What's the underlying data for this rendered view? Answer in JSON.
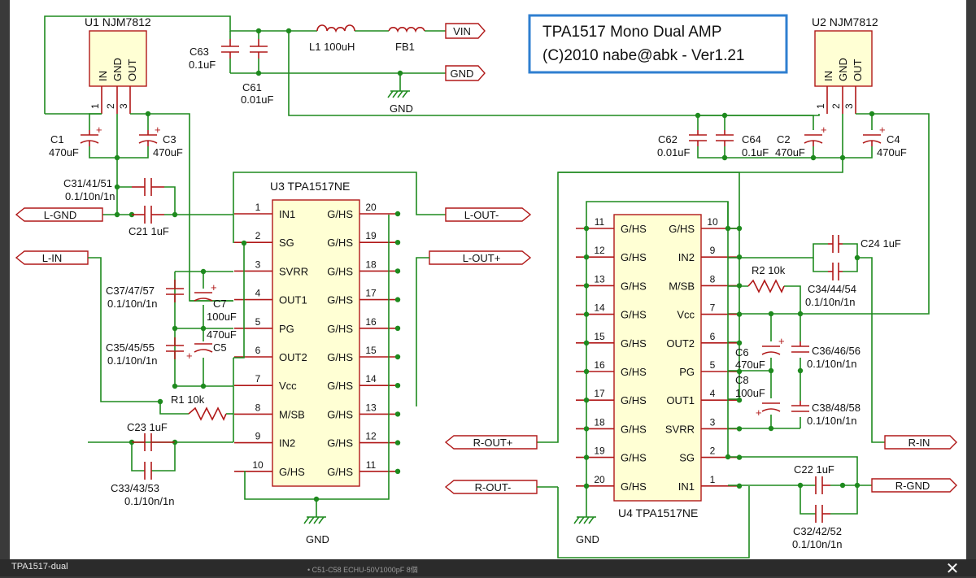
{
  "title_box": {
    "line1": "TPA1517 Mono Dual AMP",
    "line2": "(C)2010 nabe@abk - Ver1.21"
  },
  "caption": "TPA1517-dual",
  "under_note": "• C51-C58 ECHU-50V1000pF 8個",
  "close_glyph": "✕",
  "regulators": {
    "u1": {
      "ref": "U1  NJM7812",
      "pins": [
        "IN",
        "GND",
        "OUT"
      ],
      "pin_numbers": [
        "1",
        "2",
        "3"
      ]
    },
    "u2": {
      "ref": "U2  NJM7812",
      "pins": [
        "IN",
        "GND",
        "OUT"
      ],
      "pin_numbers": [
        "1",
        "2",
        "3"
      ]
    }
  },
  "u3": {
    "ref": "U3  TPA1517NE",
    "left_pins": [
      {
        "num": "1",
        "name": "IN1"
      },
      {
        "num": "2",
        "name": "SG"
      },
      {
        "num": "3",
        "name": "SVRR"
      },
      {
        "num": "4",
        "name": "OUT1"
      },
      {
        "num": "5",
        "name": "PG"
      },
      {
        "num": "6",
        "name": "OUT2"
      },
      {
        "num": "7",
        "name": "Vcc"
      },
      {
        "num": "8",
        "name": "M/SB"
      },
      {
        "num": "9",
        "name": "IN2"
      },
      {
        "num": "10",
        "name": "G/HS"
      }
    ],
    "right_pins": [
      {
        "num": "20",
        "name": "G/HS"
      },
      {
        "num": "19",
        "name": "G/HS"
      },
      {
        "num": "18",
        "name": "G/HS"
      },
      {
        "num": "17",
        "name": "G/HS"
      },
      {
        "num": "16",
        "name": "G/HS"
      },
      {
        "num": "15",
        "name": "G/HS"
      },
      {
        "num": "14",
        "name": "G/HS"
      },
      {
        "num": "13",
        "name": "G/HS"
      },
      {
        "num": "12",
        "name": "G/HS"
      },
      {
        "num": "11",
        "name": "G/HS"
      }
    ]
  },
  "u4": {
    "ref": "U4  TPA1517NE",
    "left_pins": [
      {
        "num": "11",
        "name": "G/HS"
      },
      {
        "num": "12",
        "name": "G/HS"
      },
      {
        "num": "13",
        "name": "G/HS"
      },
      {
        "num": "14",
        "name": "G/HS"
      },
      {
        "num": "15",
        "name": "G/HS"
      },
      {
        "num": "16",
        "name": "G/HS"
      },
      {
        "num": "17",
        "name": "G/HS"
      },
      {
        "num": "18",
        "name": "G/HS"
      },
      {
        "num": "19",
        "name": "G/HS"
      },
      {
        "num": "20",
        "name": "G/HS"
      }
    ],
    "right_pins": [
      {
        "num": "10",
        "name": "G/HS"
      },
      {
        "num": "9",
        "name": "IN2"
      },
      {
        "num": "8",
        "name": "M/SB"
      },
      {
        "num": "7",
        "name": "Vcc"
      },
      {
        "num": "6",
        "name": "OUT2"
      },
      {
        "num": "5",
        "name": "PG"
      },
      {
        "num": "4",
        "name": "OUT1"
      },
      {
        "num": "3",
        "name": "SVRR"
      },
      {
        "num": "2",
        "name": "SG"
      },
      {
        "num": "1",
        "name": "IN1"
      }
    ]
  },
  "ports": {
    "vin": "VIN",
    "gnd": "GND",
    "l_gnd": "L-GND",
    "l_in": "L-IN",
    "l_out_minus": "L-OUT-",
    "l_out_plus": "L-OUT+",
    "r_out_plus": "R-OUT+",
    "r_out_minus": "R-OUT-",
    "r_in": "R-IN",
    "r_gnd": "R-GND"
  },
  "ground_labels": {
    "top": "GND",
    "u3": "GND",
    "u4": "GND"
  },
  "parts": {
    "c63": {
      "ref": "C63",
      "value": "0.1uF"
    },
    "c61": {
      "ref": "C61",
      "value": "0.01uF"
    },
    "l1": "L1  100uH",
    "fb1": "FB1",
    "c1": {
      "ref": "C1",
      "value": "470uF"
    },
    "c3": {
      "ref": "C3",
      "value": "470uF"
    },
    "c31": {
      "ref": "C31/41/51",
      "value": "0.1/10n/1n"
    },
    "c21": "C21  1uF",
    "c37": {
      "ref": "C37/47/57",
      "value": "0.1/10n/1n"
    },
    "c7": {
      "ref": "C7",
      "value": "100uF"
    },
    "c5": {
      "ref": "C5",
      "value": "470uF"
    },
    "c35": {
      "ref": "C35/45/55",
      "value": "0.1/10n/1n"
    },
    "r1": "R1  10k",
    "c23": "C23  1uF",
    "c33": {
      "ref": "C33/43/53",
      "value": "0.1/10n/1n"
    },
    "c62": {
      "ref": "C62",
      "value": "0.01uF"
    },
    "c64": {
      "ref": "C64",
      "value": "0.1uF"
    },
    "c2": {
      "ref": "C2",
      "value": "470uF"
    },
    "c4": {
      "ref": "C4",
      "value": "470uF"
    },
    "c24": "C24  1uF",
    "c34": {
      "ref": "C34/44/54",
      "value": "0.1/10n/1n"
    },
    "r2": "R2  10k",
    "c6": {
      "ref": "C6",
      "value": "470uF"
    },
    "c36": {
      "ref": "C36/46/56",
      "value": "0.1/10n/1n"
    },
    "c8": {
      "ref": "C8",
      "value": "100uF"
    },
    "c38": {
      "ref": "C38/48/58",
      "value": "0.1/10n/1n"
    },
    "c22": "C22  1uF",
    "c32": {
      "ref": "C32/42/52",
      "value": "0.1/10n/1n"
    }
  }
}
